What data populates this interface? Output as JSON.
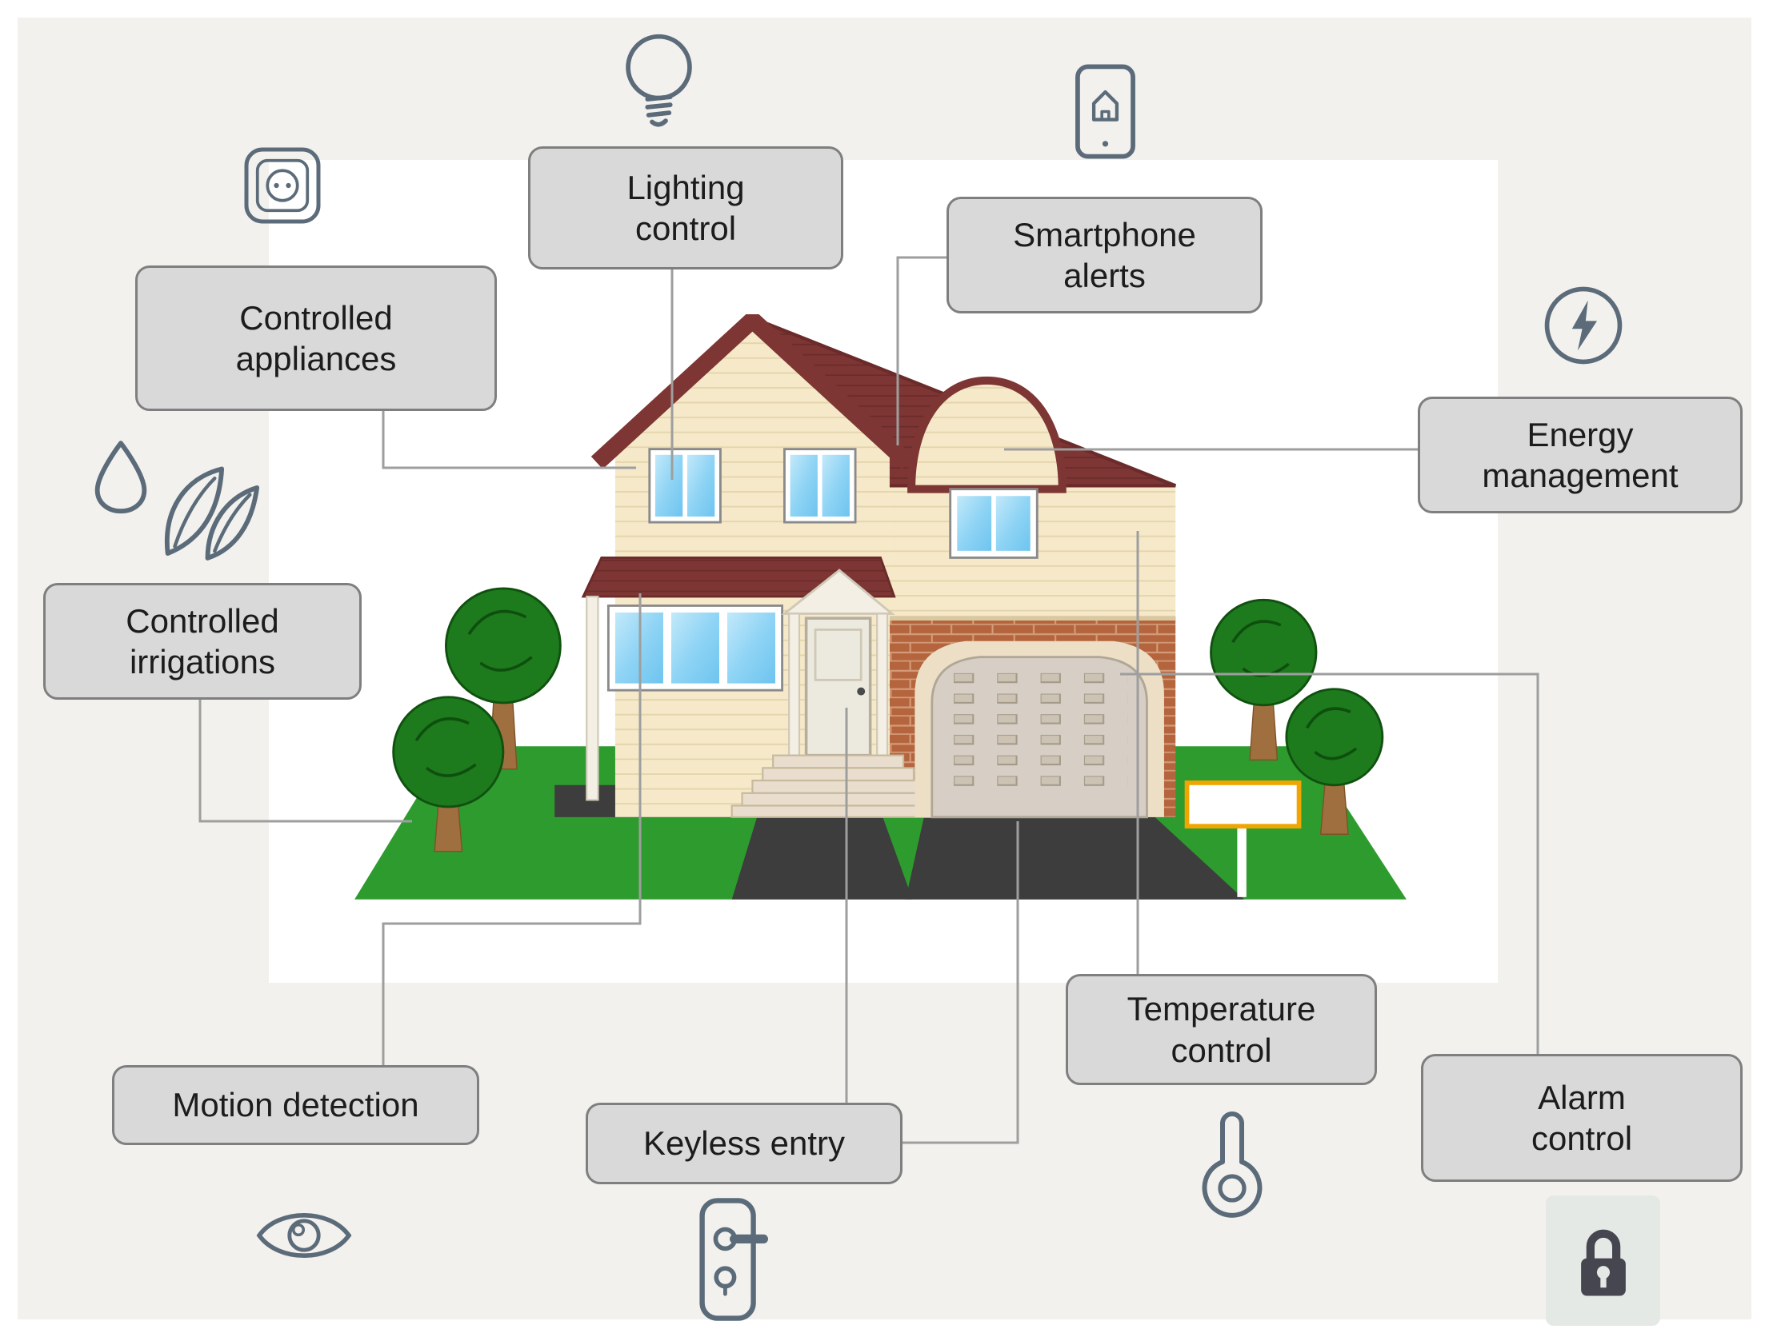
{
  "figure": {
    "background": "#f2f1ee",
    "inner_background": "#ffffff"
  },
  "labels": {
    "lighting": {
      "line1": "Lighting",
      "line2": "control"
    },
    "smartphone": {
      "line1": "Smartphone",
      "line2": "alerts"
    },
    "appliances": {
      "line1": "Controlled",
      "line2": "appliances"
    },
    "energy": {
      "line1": "Energy",
      "line2": "management"
    },
    "irrigation": {
      "line1": "Controlled",
      "line2": "irrigations"
    },
    "motion": {
      "line1": "Motion detection"
    },
    "keyless": {
      "line1": "Keyless entry"
    },
    "temperature": {
      "line1": "Temperature",
      "line2": "control"
    },
    "alarm": {
      "line1": "Alarm",
      "line2": "control"
    }
  },
  "icons": {
    "lighting": "light-bulb-icon",
    "smartphone": "smartphone-home-icon",
    "appliances": "power-outlet-icon",
    "energy": "lightning-bolt-icon",
    "irrigation": "water-drop-leaves-icon",
    "motion": "eye-icon",
    "keyless": "door-handle-lock-icon",
    "temperature": "thermometer-icon",
    "alarm": "padlock-icon"
  },
  "colors": {
    "label_fill": "#d9d9d9",
    "label_border": "#7f7f7f",
    "label_text": "#1c1c1c",
    "connector": "#9e9e9e",
    "icon_stroke": "#5b6b79",
    "padlock": "#45464f",
    "roof": "#7d3634",
    "wall": "#f6e9c9",
    "brick": "#b4653e",
    "window": "#8fd4f5",
    "lawn": "#2e9b2e",
    "asphalt": "#3d3d3d",
    "tree": "#1d7a1d",
    "trunk": "#a06f3f",
    "sign_border": "#f0a500"
  }
}
